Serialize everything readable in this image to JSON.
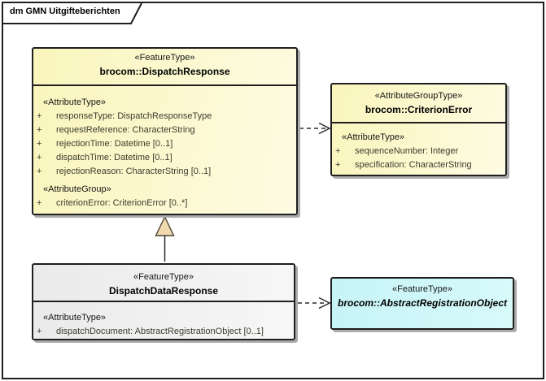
{
  "frame": {
    "title": "dm GMN Uitgifteberichten"
  },
  "colors": {
    "border": "#1f1f1f",
    "attr_text": "#3c3c2e",
    "label_text": "#161616",
    "shadow": "#ababab",
    "yellow_start": "#faf5bc",
    "yellow_end": "#fdfbe2",
    "gray_start": "#eaeaea",
    "gray_end": "#f7f7f7",
    "cyan_start": "#c6f4f7",
    "cyan_end": "#d8fafb",
    "triangle_fill": "#f0d9ae"
  },
  "classes": {
    "dispatchResponse": {
      "stereotype": "«FeatureType»",
      "name": "brocom::DispatchResponse",
      "sections": [
        {
          "label": "«AttributeType»",
          "attrs": [
            {
              "vis": "+",
              "text": "responseType: DispatchResponseType"
            },
            {
              "vis": "+",
              "text": "requestReference: CharacterString"
            },
            {
              "vis": "+",
              "text": "rejectionTime: Datetime [0..1]"
            },
            {
              "vis": "+",
              "text": "dispatchTime: Datetime [0..1]"
            },
            {
              "vis": "+",
              "text": "rejectionReason: CharacterString [0..1]"
            }
          ]
        },
        {
          "label": "«AttributeGroup»",
          "attrs": [
            {
              "vis": "+",
              "text": "criterionError: CriterionError [0..*]"
            }
          ]
        }
      ]
    },
    "criterionError": {
      "stereotype": "«AttributeGroupType»",
      "name": "brocom::CriterionError",
      "sections": [
        {
          "label": "«AttributeType»",
          "attrs": [
            {
              "vis": "+",
              "text": "sequenceNumber: Integer"
            },
            {
              "vis": "+",
              "text": "specification: CharacterString"
            }
          ]
        }
      ]
    },
    "dispatchDataResponse": {
      "stereotype": "«FeatureType»",
      "name": "DispatchDataResponse",
      "sections": [
        {
          "label": "«AttributeType»",
          "attrs": [
            {
              "vis": "+",
              "text": "dispatchDocument: AbstractRegistrationObject [0..1]"
            }
          ]
        }
      ]
    },
    "abstractRegistrationObject": {
      "stereotype": "«FeatureType»",
      "name": "brocom::AbstractRegistrationObject"
    }
  },
  "relations": [
    {
      "type": "generalization",
      "from": "DispatchDataResponse",
      "to": "brocom::DispatchResponse"
    },
    {
      "type": "dependency",
      "from": "brocom::DispatchResponse",
      "to": "brocom::CriterionError"
    },
    {
      "type": "dependency",
      "from": "DispatchDataResponse",
      "to": "brocom::AbstractRegistrationObject"
    }
  ]
}
